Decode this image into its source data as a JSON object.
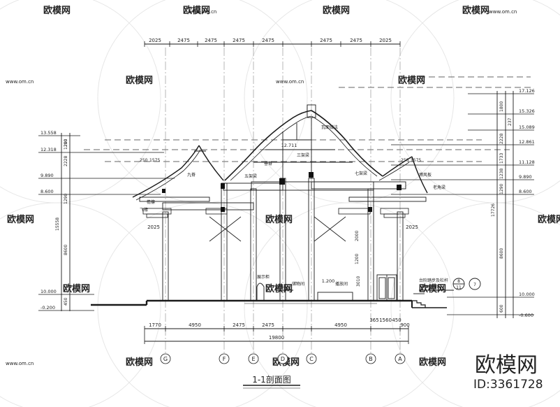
{
  "drawing": {
    "title": "1-1剖面图",
    "top_dims": [
      "2025",
      "2475",
      "2475",
      "2475",
      "2475",
      "2475",
      "2475",
      "2025"
    ],
    "bottom_dims": [
      "1770",
      "4950",
      "2475",
      "2475",
      "4950",
      "365",
      "1560",
      "450",
      "900"
    ],
    "total_dim": "19800",
    "left_elevations": [
      "13.558",
      "12.318",
      "9.890",
      "8.600",
      "10.000",
      "-0.200"
    ],
    "left_vertical_dims": [
      "1290",
      "2228",
      "1290",
      "15558",
      "8600",
      "450",
      "200"
    ],
    "right_elevations": [
      "17.126",
      "15.326",
      "15.089",
      "12.861",
      "11.128",
      "9.890",
      "8.600",
      "10.000",
      "-0.600"
    ],
    "right_vertical_dims": [
      "1800",
      "237",
      "2228",
      "1733",
      "1238",
      "1290",
      "17726",
      "8600",
      "600"
    ],
    "interior_dims": [
      "12.711",
      "1.800",
      "1.200",
      "3010",
      "2000",
      "1200",
      "2025",
      "2025",
      "1575",
      "1575",
      "250",
      "250"
    ],
    "room_labels": [
      "展示柜",
      "储物间",
      "播放间"
    ],
    "component_labels": [
      "九脊",
      "三架梁",
      "五架梁",
      "七架梁",
      "檐檩",
      "飞椽",
      "老角梁",
      "瓦面做法",
      "垂脊",
      "博风板"
    ],
    "notes": [
      "台阶踏步及栏杆",
      "详98ZJ901"
    ],
    "detail_ref": {
      "top": "8",
      "bottom": "11",
      "right": "7"
    },
    "grid_axes": [
      "G",
      "F",
      "E",
      "D",
      "C",
      "B",
      "A"
    ]
  },
  "watermark": {
    "brand": "欧模网",
    "id_label": "ID:3361728",
    "repeat_text": "欧模网",
    "url": "www.om.cn"
  },
  "colors": {
    "line": "#1a1a1a",
    "background": "#ffffff",
    "watermark": "#d4d4d4"
  }
}
